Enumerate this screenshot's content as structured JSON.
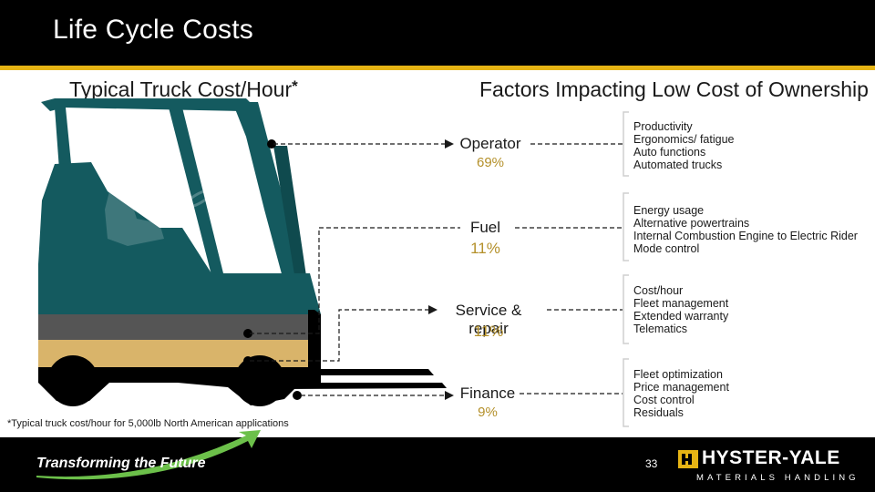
{
  "header": {
    "title": "Life Cycle Costs"
  },
  "left_heading": {
    "text": "Typical Truck Cost/Hour",
    "asterisk": "*"
  },
  "right_heading": "Factors Impacting Low Cost of Ownership",
  "categories": [
    {
      "name": "Operator",
      "percent": "69%",
      "value": 69
    },
    {
      "name": "Fuel",
      "percent": "11%",
      "value": 11
    },
    {
      "name": "Service & repair",
      "percent": "11%",
      "value": 11
    },
    {
      "name": "Finance",
      "percent": "9%",
      "value": 9
    }
  ],
  "factors": [
    [
      "Productivity",
      "Ergonomics/ fatigue",
      "Auto functions",
      "Automated trucks"
    ],
    [
      "Energy usage",
      "Alternative powertrains",
      "Internal Combustion Engine to Electric Rider",
      "Mode control"
    ],
    [
      "Cost/hour",
      "Fleet management",
      "Extended warranty",
      "Telematics"
    ],
    [
      "Fleet optimization",
      "Price management",
      "Cost control",
      "Residuals"
    ]
  ],
  "footnote": "*Typical truck cost/hour for 5,000lb North American applications",
  "footer": {
    "tagline": "Transforming the Future",
    "page_number": "33",
    "logo_name": "HYSTER-YALE",
    "logo_sub": "MATERIALS HANDLING"
  },
  "colors": {
    "truck_body": "#145a5f",
    "band_gray": "#555555",
    "band_tan": "#d9b46a",
    "accent_gold": "#b4902a",
    "header_rule": "#e6b414"
  }
}
